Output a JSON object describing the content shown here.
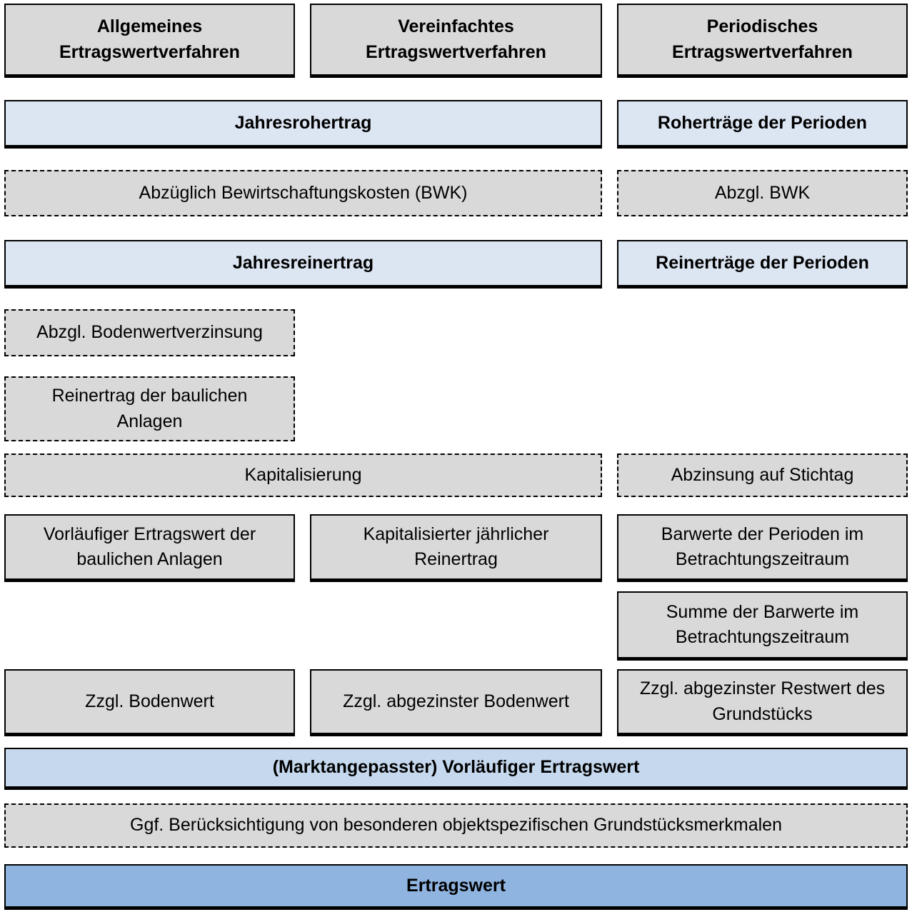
{
  "colors": {
    "box_gray": "#d9d9d9",
    "box_blue_light": "#dce5f2",
    "box_blue_medium": "#c5d8ee",
    "box_blue_strong": "#8fb4e0",
    "border": "#000000"
  },
  "columns": [
    {
      "id": "allgemein",
      "header": "Allgemeines Ertragswertverfahren"
    },
    {
      "id": "vereinfacht",
      "header": "Vereinfachtes Ertragswertverfahren"
    },
    {
      "id": "periodisch",
      "header": "Periodisches Ertragswertverfahren"
    }
  ],
  "boxes": {
    "jahresrohertrag": "Jahresrohertrag",
    "rohertraege_perioden": "Roherträge der Perioden",
    "abzgl_bwk_lang": "Abzüglich Bewirtschaftungskosten (BWK)",
    "abzgl_bwk_kurz": "Abzgl. BWK",
    "jahresreinertrag": "Jahresreinertrag",
    "reinertraege_perioden": "Reinerträge der Perioden",
    "abzgl_bodenwertverzinsung": "Abzgl. Bodenwertverzinsung",
    "reinertrag_bauliche_anlagen": "Reinertrag der baulichen Anlagen",
    "kapitalisierung": "Kapitalisierung",
    "abzinsung_stichtag": "Abzinsung auf Stichtag",
    "vorlaeufiger_ertragswert_bauliche_anlagen": "Vorläufiger Ertragswert der baulichen Anlagen",
    "kapitalisierter_jaehrlicher_reinertrag": "Kapitalisierter jährlicher Reinertrag",
    "barwerte_perioden_betrachtungszeitraum": "Barwerte der Perioden im Betrachtungszeitraum",
    "summe_barwerte_betrachtungszeitraum": "Summe der Barwerte im Betrachtungszeitraum",
    "zzgl_bodenwert": "Zzgl. Bodenwert",
    "zzgl_abgezinster_bodenwert": "Zzgl. abgezinster Bodenwert",
    "zzgl_abgezinster_restwert": "Zzgl. abgezinster Restwert des Grundstücks",
    "marktangepasster_vorlaeufiger_ertragswert": "(Marktangepasster) Vorläufiger Ertragswert",
    "ggf_grundstuecksmerkmale": "Ggf. Berücksichtigung von besonderen objektspezifischen Grundstücksmerkmalen",
    "ertragswert": "Ertragswert"
  }
}
